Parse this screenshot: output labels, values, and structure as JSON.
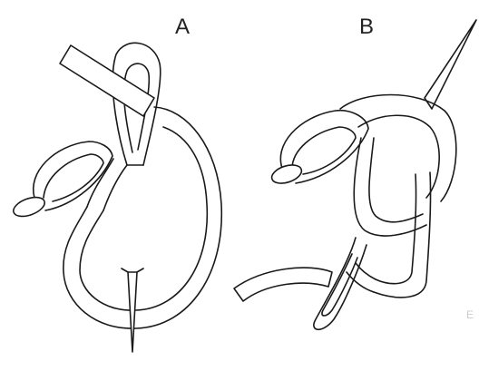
{
  "figure": {
    "panel_a_label": "A",
    "panel_b_label": "B",
    "edge_mark": "E",
    "line_color": "#1a1a1a",
    "background_color": "#ffffff"
  }
}
